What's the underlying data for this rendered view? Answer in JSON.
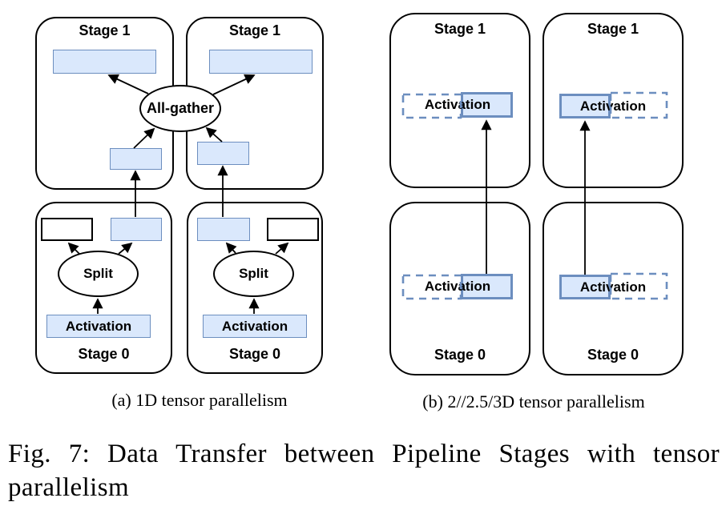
{
  "figure": {
    "subcaption_a": "(a) 1D tensor parallelism",
    "subcaption_b": "(b) 2//2.5/3D tensor parallelism",
    "caption_line1": "Fig. 7: Data Transfer between Pipeline Stages with tensor",
    "caption_line2": "parallelism"
  },
  "panel_a": {
    "stage1_left_label": "Stage 1",
    "stage1_right_label": "Stage 1",
    "allgather_label": "All-gather",
    "stage0_left": {
      "split_label": "Split",
      "activation_label": "Activation",
      "stage_label": "Stage 0"
    },
    "stage0_right": {
      "split_label": "Split",
      "activation_label": "Activation",
      "stage_label": "Stage 0"
    }
  },
  "panel_b": {
    "stage1_left": {
      "stage_label": "Stage 1",
      "activation_label": "Activation"
    },
    "stage1_right": {
      "stage_label": "Stage 1",
      "activation_label": "Activation"
    },
    "stage0_left": {
      "stage_label": "Stage 0",
      "activation_label": "Activation"
    },
    "stage0_right": {
      "stage_label": "Stage 0",
      "activation_label": "Activation"
    }
  },
  "colors": {
    "block_fill": "#dae8fc",
    "block_border": "#6c8ebf",
    "line_color": "#000000"
  }
}
